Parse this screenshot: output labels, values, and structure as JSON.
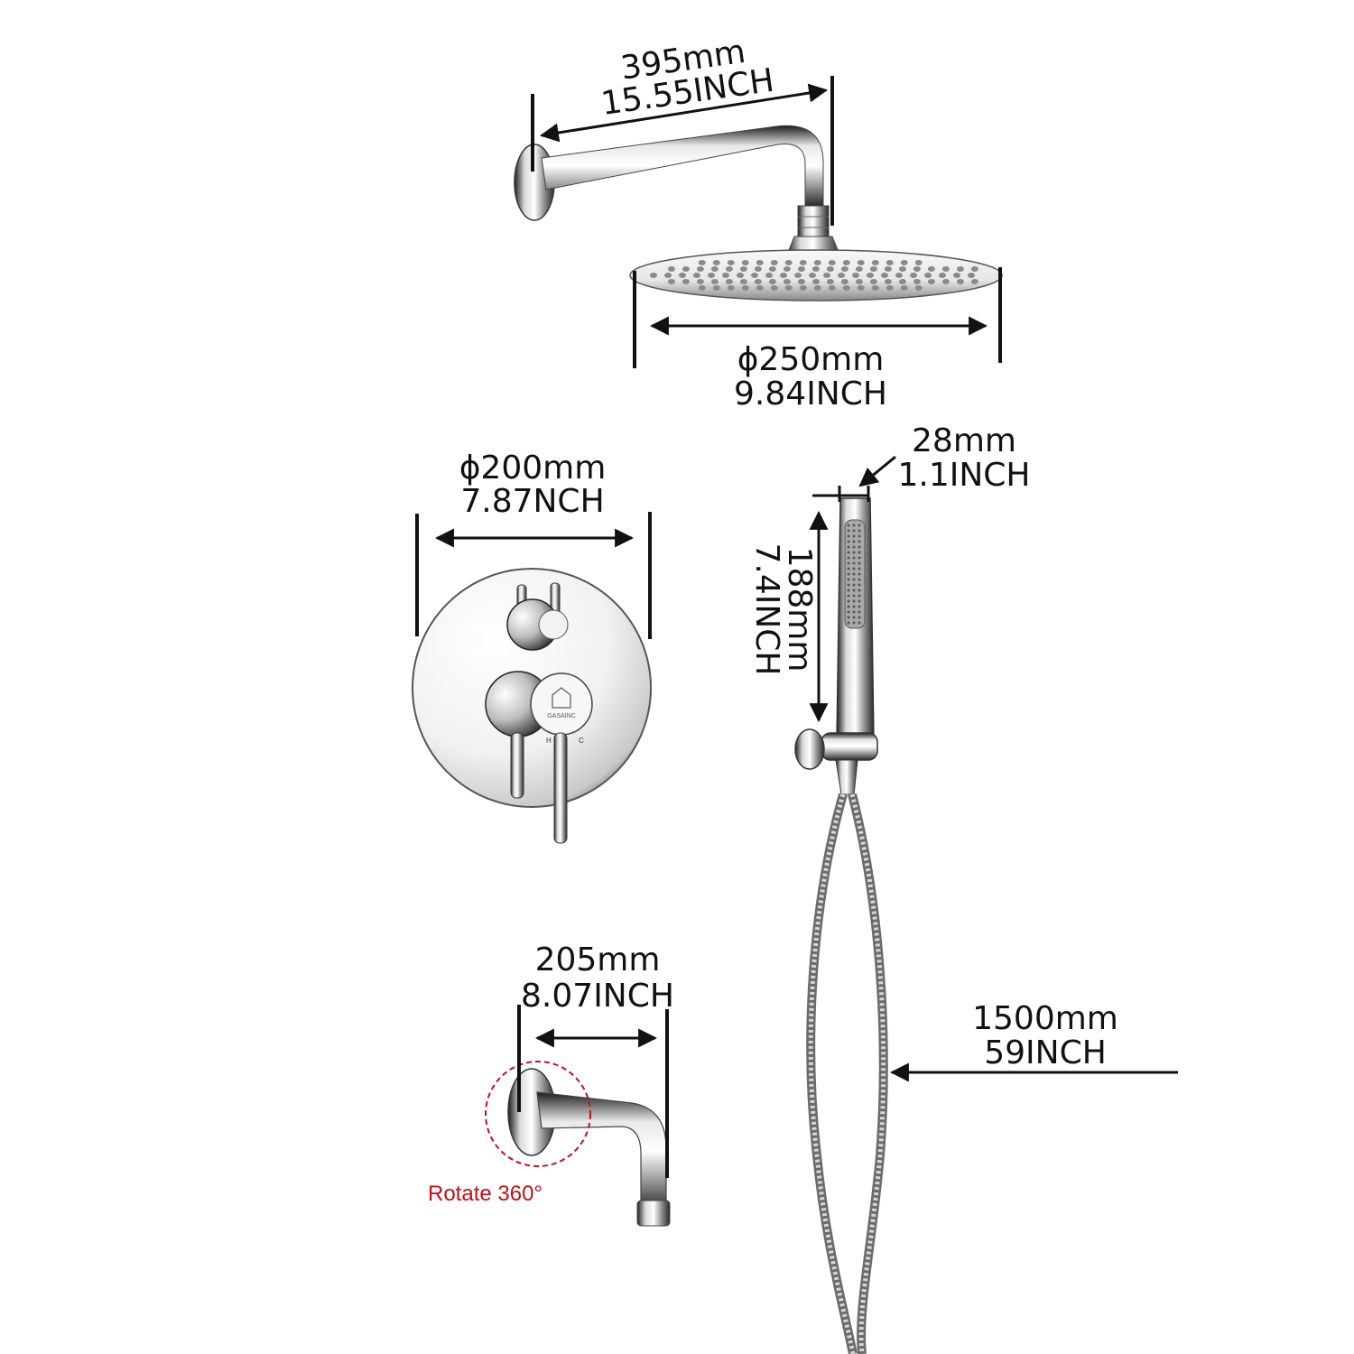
{
  "title": "Shower System Dimensions",
  "components": {
    "shower_arm": {
      "mm": "395mm",
      "inch": "15.55INCH"
    },
    "shower_head": {
      "mm": "ϕ250mm",
      "inch": "9.84INCH"
    },
    "valve_plate": {
      "mm": "ϕ200mm",
      "inch": "7.87NCH",
      "logo_text": "GASAINC",
      "hot_label": "H",
      "cold_label": "C"
    },
    "handheld_width": {
      "mm": "28mm",
      "inch": "1.1INCH"
    },
    "handheld_length": {
      "mm": "188mm",
      "inch": "7.4INCH"
    },
    "tub_spout": {
      "mm": "205mm",
      "inch": "8.07INCH",
      "rotate_note": "Rotate 360°"
    },
    "hose": {
      "mm": "1500mm",
      "inch": "59INCH"
    }
  },
  "colors": {
    "text": "#111111",
    "note": "#c0101a",
    "chrome_dark": "#2a2a2a",
    "chrome_light": "#f4f4f4"
  }
}
